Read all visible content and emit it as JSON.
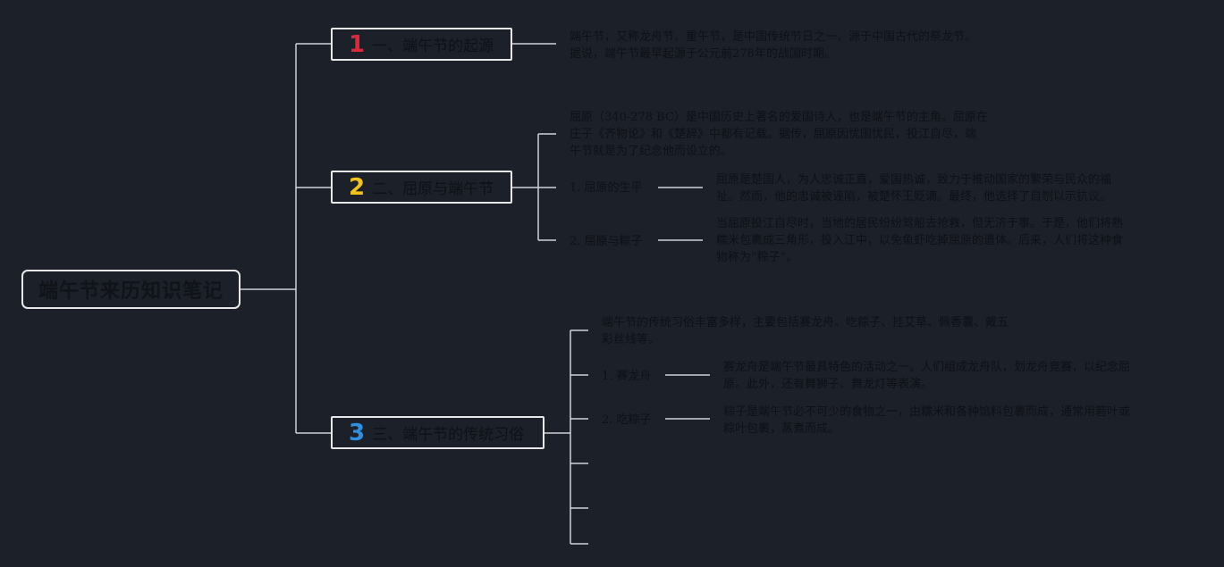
{
  "root": {
    "label": "端午节来历知识笔记"
  },
  "topics": [
    {
      "number": "1",
      "number_color": "#e0283a",
      "label": "一、端午节的起源"
    },
    {
      "number": "2",
      "number_color": "#f2c318",
      "label": "二、屈原与端午节"
    },
    {
      "number": "3",
      "number_color": "#2f8fe0",
      "label": "三、端午节的传统习俗"
    }
  ],
  "origin_text": {
    "line1": "端午节，又称龙舟节、重午节，是中国传统节日之一，源于中国古代的祭龙节。",
    "line2": "据说，端午节最早起源于公元前278年的战国时期。"
  },
  "quyuan": {
    "intro": {
      "line1": "屈原（340-278 BC）是中国历史上著名的爱国诗人，也是端午节的主角。屈原在",
      "line2": "庄子《齐物论》和《楚辞》中都有记载。据传，屈原因忧国忧民，投江自尽，端",
      "line3": "午节就是为了纪念他而设立的。"
    },
    "life": {
      "label": "1. 屈原的生平",
      "line1": "屈原是楚国人，为人忠诚正直，爱国热诚，致力于推动国家的繁荣与民众的福",
      "line2": "祉。然而，他的忠诚被诬陷，被楚怀王贬谪。最终，他选择了自刎以示抗议。"
    },
    "zongzi": {
      "label": "2. 屈原与粽子",
      "line1": "当屈原投江自尽时，当地的居民纷纷驾船去抢救，但无济于事。于是，他们将熟",
      "line2": "糯米包裹成三角形，投入江中，以免鱼虾吃掉屈原的遗体。后来，人们将这种食",
      "line3": "物称为“粽子”。"
    }
  },
  "customs": {
    "intro": {
      "line1": "端午节的传统习俗丰富多样，主要包括赛龙舟、吃粽子、挂艾草、佩香囊、戴五",
      "line2": "彩丝线等。"
    },
    "dragon_boat": {
      "label": "1. 赛龙舟",
      "line1": "赛龙舟是端午节最具特色的活动之一。人们组成龙舟队，划龙舟竞赛，以纪念屈",
      "line2": "原。此外，还有舞狮子、舞龙灯等表演。"
    },
    "eat_zongzi": {
      "label": "2. 吃粽子",
      "line1": "粽子是端午节必不可少的食物之一，由糯米和各种馅料包裹而成，通常用箬叶或",
      "line2": "粽叶包裹，蒸煮而成。"
    }
  }
}
